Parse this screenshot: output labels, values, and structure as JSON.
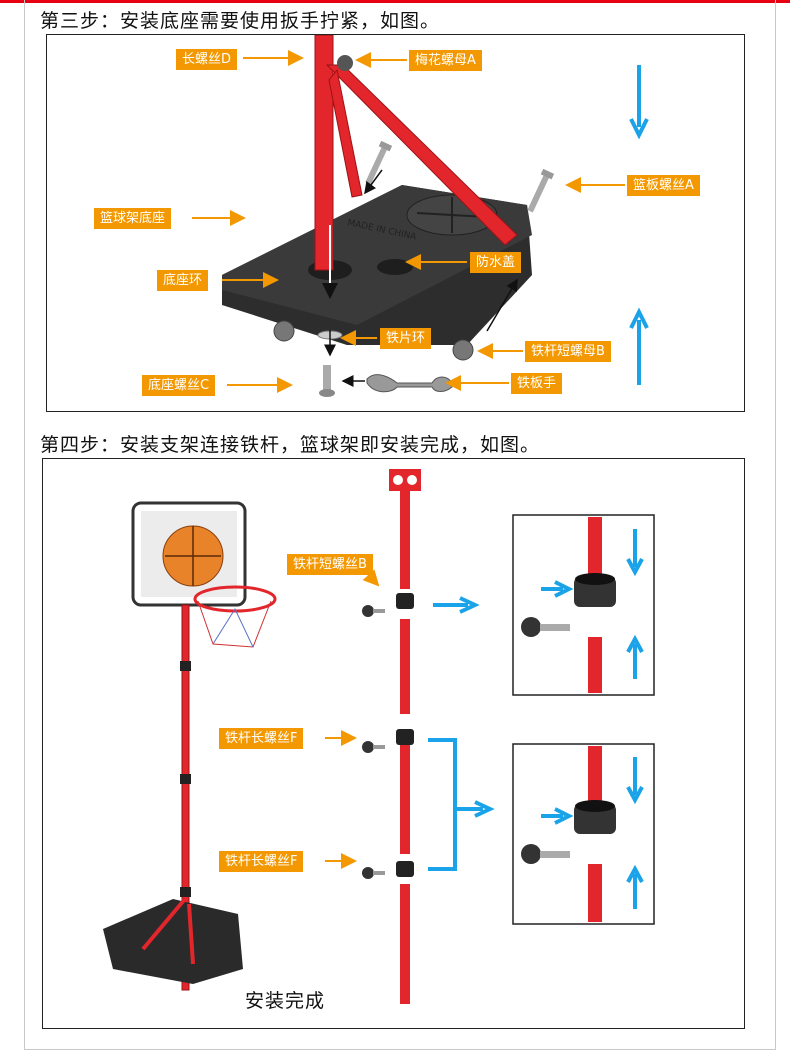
{
  "colors": {
    "label_bg": "#f39800",
    "accent_blue": "#1aa3e8",
    "pole_red": "#e3262b",
    "base_black": "#2a2a2a",
    "top_line": "#e60012"
  },
  "step3": {
    "heading": "第三步：安装底座需要使用扳手拧紧，如图。",
    "labels": {
      "long_screw_d": "长螺丝D",
      "plum_nut_a": "梅花螺母A",
      "board_screw_a": "篮板螺丝A",
      "base": "篮球架底座",
      "base_ring": "底座环",
      "waterproof_cover": "防水盖",
      "iron_washer": "铁片环",
      "short_nut_b": "铁杆短螺母B",
      "base_screw_c": "底座螺丝C",
      "wrench": "铁板手"
    },
    "embossed_text": "MADE IN CHINA"
  },
  "step4": {
    "heading": "第四步：安装支架连接铁杆，篮球架即安装完成，如图。",
    "labels": {
      "short_screw_b": "铁杆短螺丝B",
      "long_screw_f_1": "铁杆长螺丝F",
      "long_screw_f_2": "铁杆长螺丝F"
    },
    "completed": "安装完成"
  }
}
